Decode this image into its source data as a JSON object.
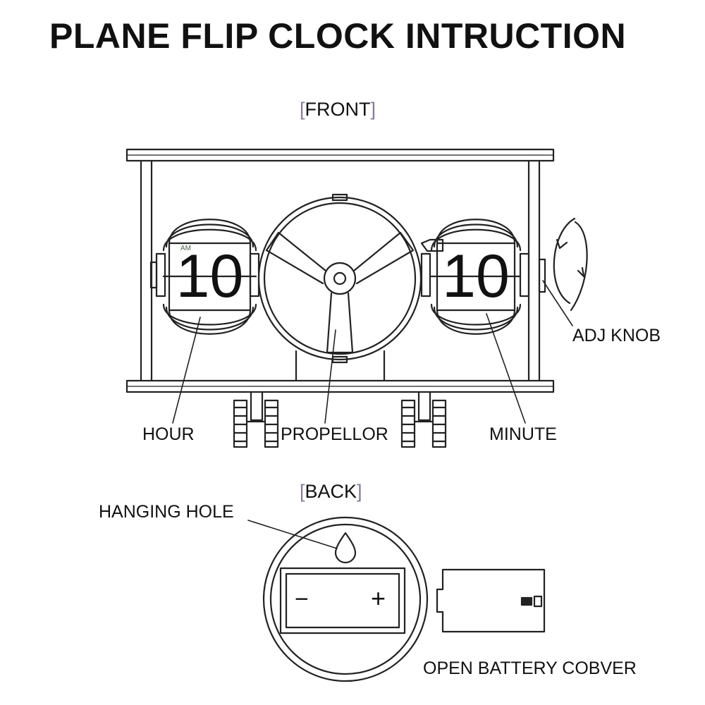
{
  "title": "PLANE FLIP CLOCK INTRUCTION",
  "sections": {
    "front": {
      "open": "[",
      "label": "FRONT",
      "close": "]"
    },
    "back": {
      "open": "[",
      "label": "BACK",
      "close": "]"
    }
  },
  "labels": {
    "hour": "HOUR",
    "propellor": "PROPELLOR",
    "minute": "MINUTE",
    "adj_knob": "ADJ KNOB",
    "hanging_hole": "HANGING HOLE",
    "battery_cover": "OPEN BATTERY COBVER"
  },
  "display": {
    "hour_digits": "10",
    "minute_digits": "10",
    "am_mark": "AM"
  },
  "battery": {
    "minus": "−",
    "plus": "+"
  }
}
